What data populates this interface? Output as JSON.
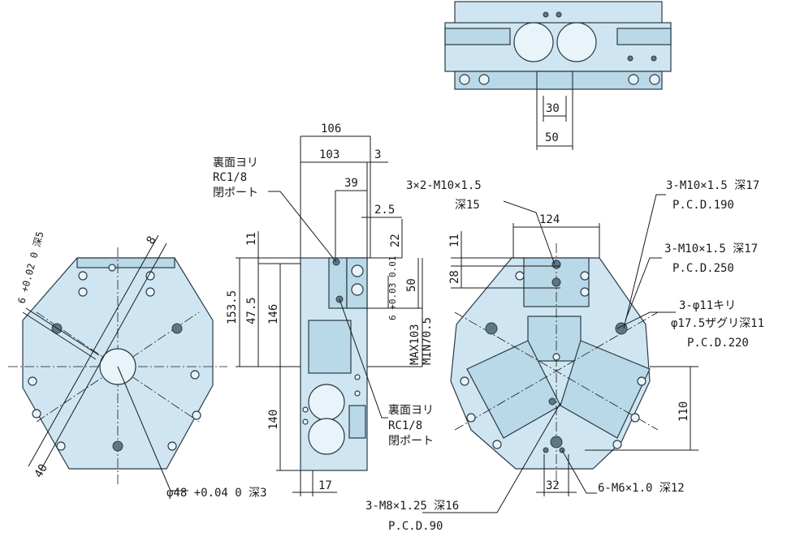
{
  "top_view": {
    "dim_30": "30",
    "dim_50": "50"
  },
  "side_view": {
    "dim_106": "106",
    "dim_103": "103",
    "dim_3": "3",
    "dim_39": "39",
    "dim_2_5": "2.5",
    "dim_11": "11",
    "dim_22": "22",
    "dim_50": "50",
    "dim_153_5": "153.5",
    "dim_47_5": "47.5",
    "dim_146": "146",
    "dim_6_tol": "6 +0.03 0.01",
    "dim_max103": "MAX103",
    "dim_min70_5": "MIN70.5",
    "dim_140": "140",
    "dim_17": "17",
    "note_back_port_top": [
      "裏面ヨリ",
      "RC1/8",
      "閉ポート"
    ],
    "note_back_port_bottom": [
      "裏面ヨリ",
      "RC1/8",
      "閉ポート"
    ]
  },
  "left_view": {
    "dim_8": "8",
    "dim_6_depth5": "6 +0.02 0 深5",
    "dim_40": "40",
    "note_phi48": "φ48 +0.04 0 深3"
  },
  "right_view": {
    "note_3x2_m10": [
      "3×2-M10×1.5",
      "深15"
    ],
    "dim_124": "124",
    "dim_11": "11",
    "dim_28": "28",
    "dim_110": "110",
    "dim_32": "32",
    "note_m10_pcd190": [
      "3-M10×1.5 深17",
      "P.C.D.190"
    ],
    "note_m10_pcd250": [
      "3-M10×1.5 深17",
      "P.C.D.250"
    ],
    "note_phi11": [
      "3-φ11キリ",
      "φ17.5ザグリ深11",
      "P.C.D.220"
    ],
    "note_m8": [
      "3-M8×1.25 深16",
      "P.C.D.90"
    ],
    "note_m6": "6-M6×1.0 深12"
  }
}
